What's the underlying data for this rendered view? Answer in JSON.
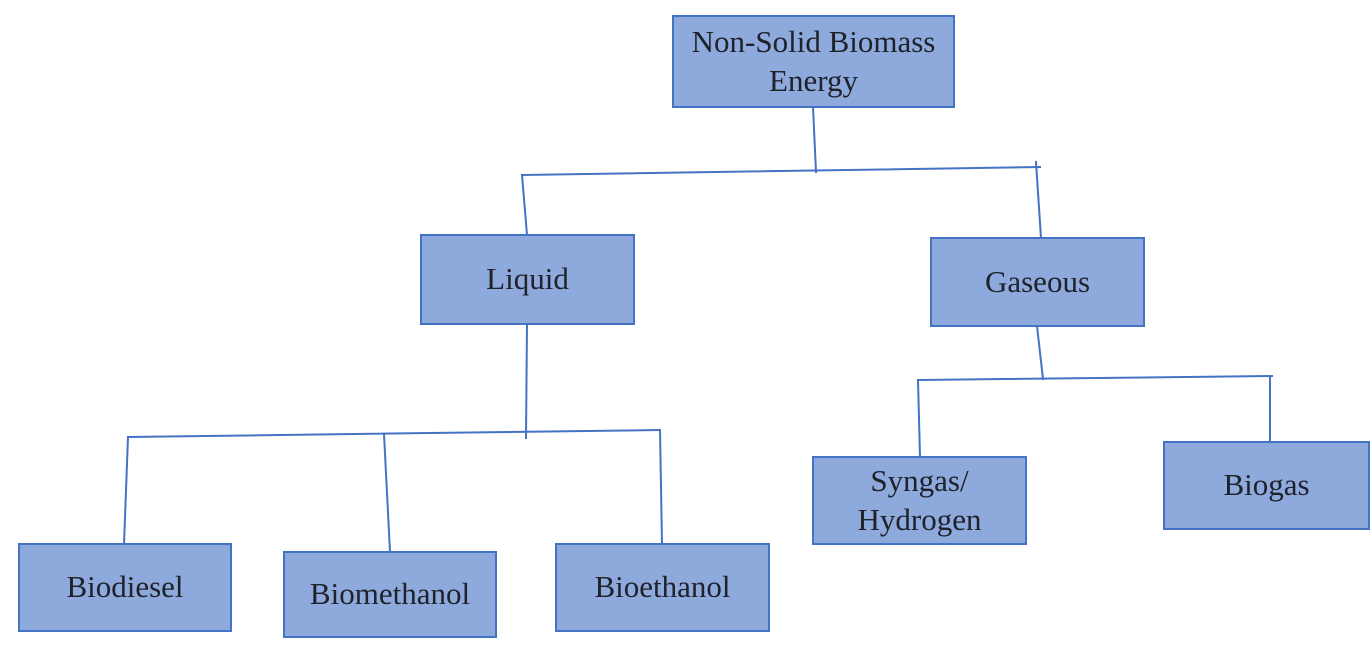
{
  "diagram": {
    "type": "tree",
    "title": "Non-Solid Biomass Energy classification",
    "background": "#FFFFFF",
    "colors": {
      "node_fill": "#8EA9DB",
      "node_border": "#4472C4",
      "connector": "#4472C4",
      "text": "#20222B"
    },
    "nodes": {
      "root": {
        "label": "Non-Solid Biomass Energy",
        "lines": [
          "Non-Solid Biomass",
          "Energy"
        ],
        "parent": null
      },
      "liquid": {
        "label": "Liquid",
        "lines": [
          "Liquid"
        ],
        "parent": "Non-Solid Biomass Energy"
      },
      "gaseous": {
        "label": "Gaseous",
        "lines": [
          "Gaseous"
        ],
        "parent": "Non-Solid Biomass Energy"
      },
      "biodiesel": {
        "label": "Biodiesel",
        "lines": [
          "Biodiesel"
        ],
        "parent": "Liquid"
      },
      "biomethanol": {
        "label": "Biomethanol",
        "lines": [
          "Biomethanol"
        ],
        "parent": "Liquid"
      },
      "bioethanol": {
        "label": "Bioethanol",
        "lines": [
          "Bioethanol"
        ],
        "parent": "Liquid"
      },
      "syngas_hydrogen": {
        "label": "Syngas/Hydrogen",
        "lines": [
          "Syngas/",
          "Hydrogen"
        ],
        "parent": "Gaseous"
      },
      "biogas": {
        "label": "Biogas",
        "lines": [
          "Biogas"
        ],
        "parent": "Gaseous"
      }
    }
  }
}
